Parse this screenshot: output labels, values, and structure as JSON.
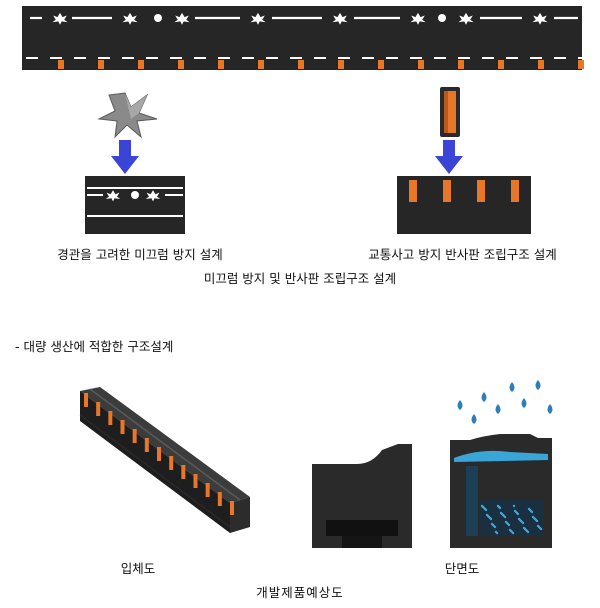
{
  "top": {
    "caption_left": "경관을 고려한 미끄럼 방지 설계",
    "caption_right": "교통사고 방지 반사판 조립구조 설계",
    "caption_main": "미끄럼 방지 및 반사판 조립구조 설계"
  },
  "section": {
    "heading": "- 대량 생산에 적합한 구조설계"
  },
  "bottom": {
    "caption_3d": "입체도",
    "caption_section": "단면도",
    "caption_main": "개발제품예상도"
  },
  "colors": {
    "road": "#262626",
    "marking": "#ffffff",
    "reflector": "#e8772a",
    "arrow": "#3a44d6",
    "water": "#3aa6d8"
  }
}
